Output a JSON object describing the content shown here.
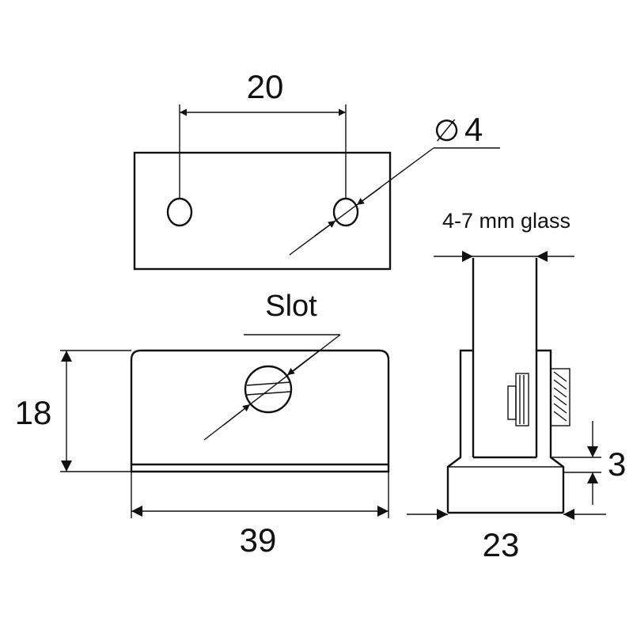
{
  "diagram": {
    "top_view": {
      "hole_spacing": "20",
      "hole_diameter_symbol": "∅",
      "hole_diameter": "4"
    },
    "front_view": {
      "slot_label": "Slot",
      "height": "18",
      "length": "39"
    },
    "side_view": {
      "glass_label": "4-7 mm glass",
      "base_thickness": "3",
      "depth": "23"
    },
    "colors": {
      "line": "#111111",
      "background": "#ffffff"
    }
  }
}
